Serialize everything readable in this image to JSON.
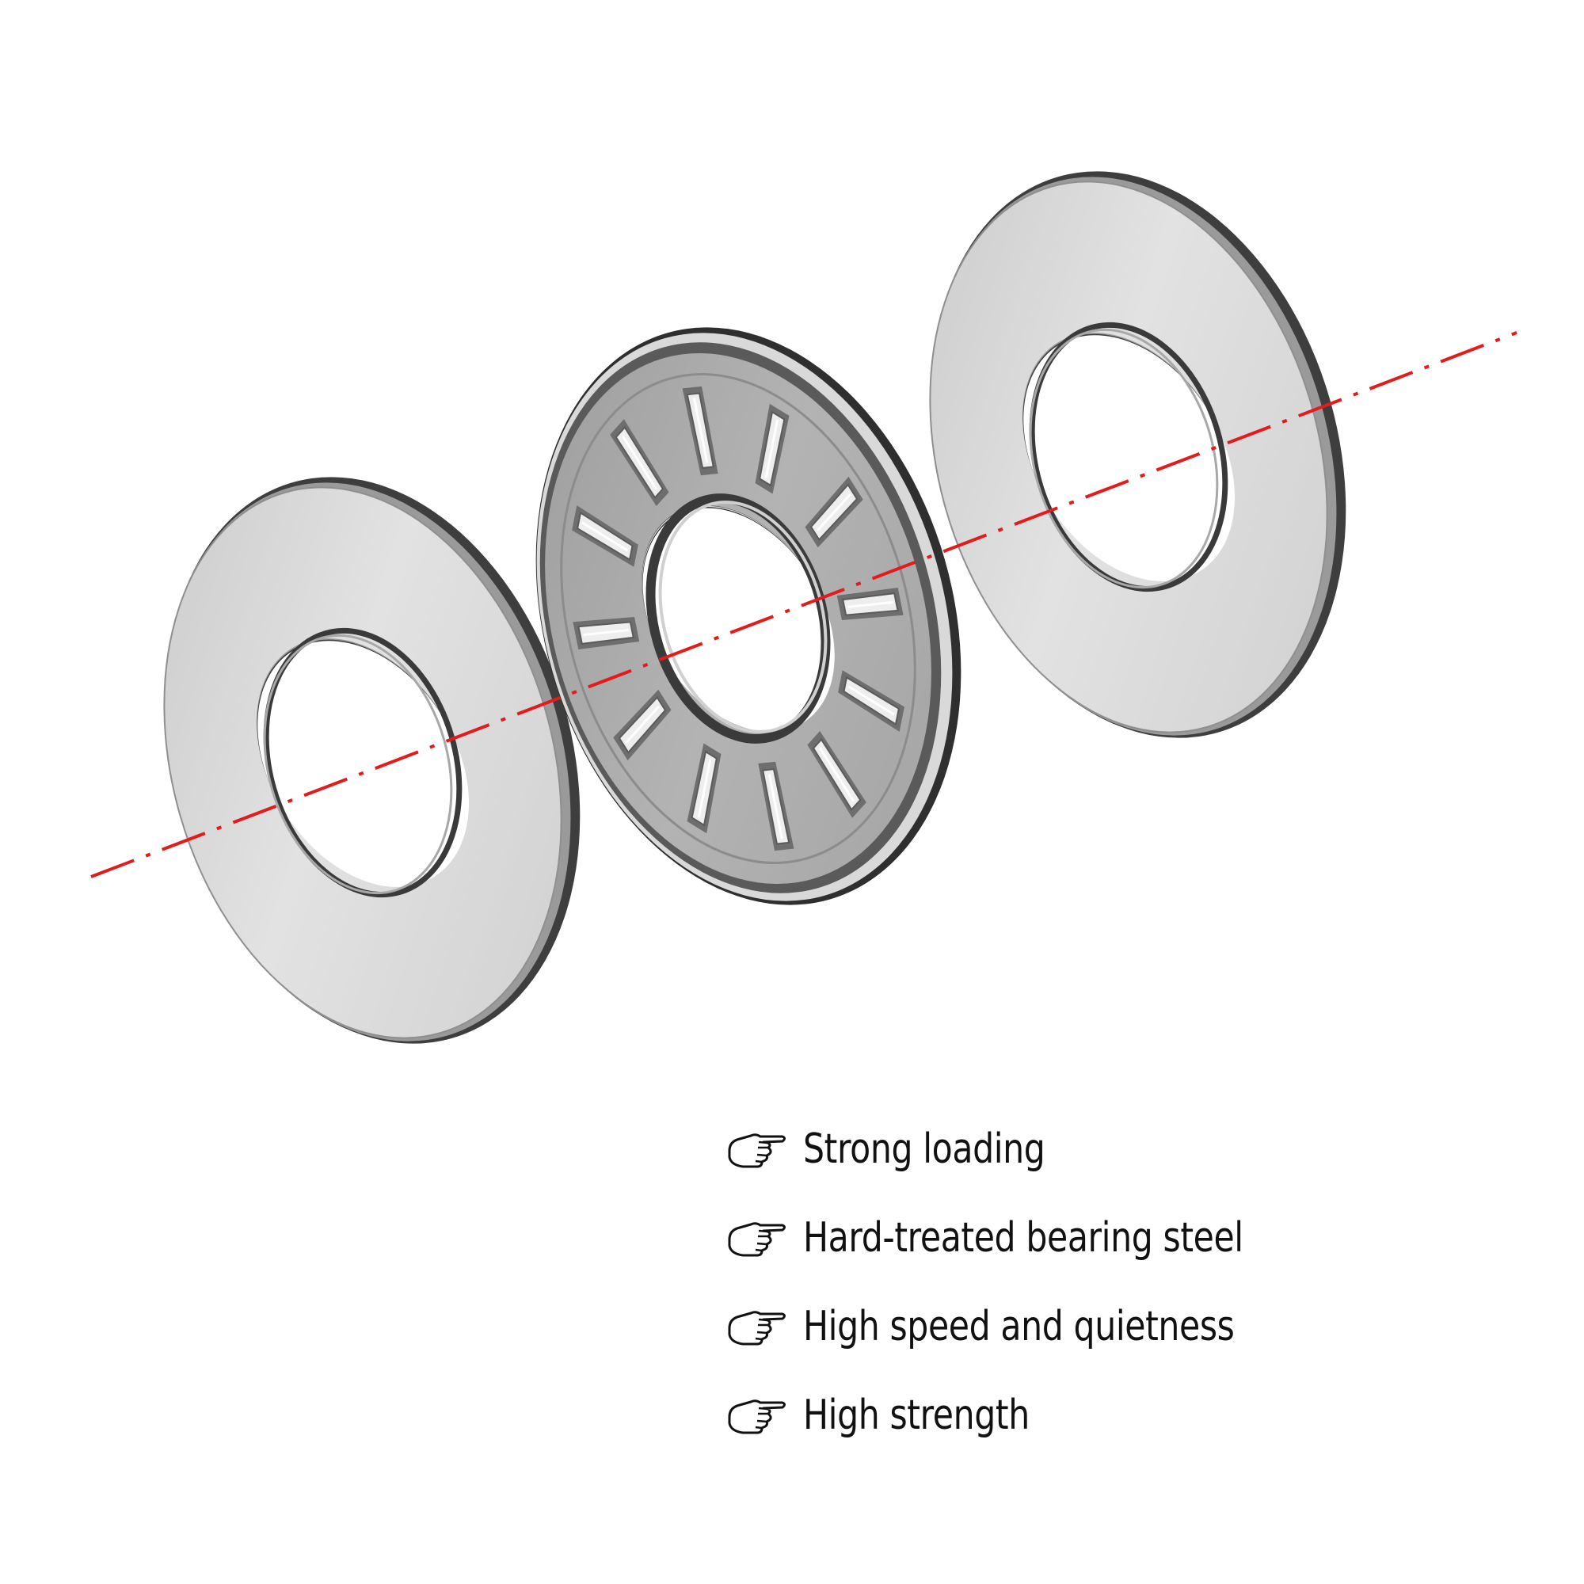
{
  "colors": {
    "background": "#ffffff",
    "axis_line": "#e31b1b",
    "washer_face": "#d6d6d6",
    "washer_edge": "#3c3c3c",
    "cage_face": "#a9a9a9",
    "needle_roller": "#eeeeee",
    "text": "#111111"
  },
  "illustration": {
    "subject": "exploded-view-thrust-needle-roller-bearing",
    "parts": [
      "left-washer",
      "needle-roller-cage",
      "right-washer"
    ],
    "center_axis_style": "red-dash-dot"
  },
  "features": {
    "icon": "pointing-hand-icon",
    "items": [
      {
        "label": "Strong loading"
      },
      {
        "label": "Hard-treated bearing steel"
      },
      {
        "label": "High speed and quietness"
      },
      {
        "label": "High strength"
      }
    ]
  }
}
